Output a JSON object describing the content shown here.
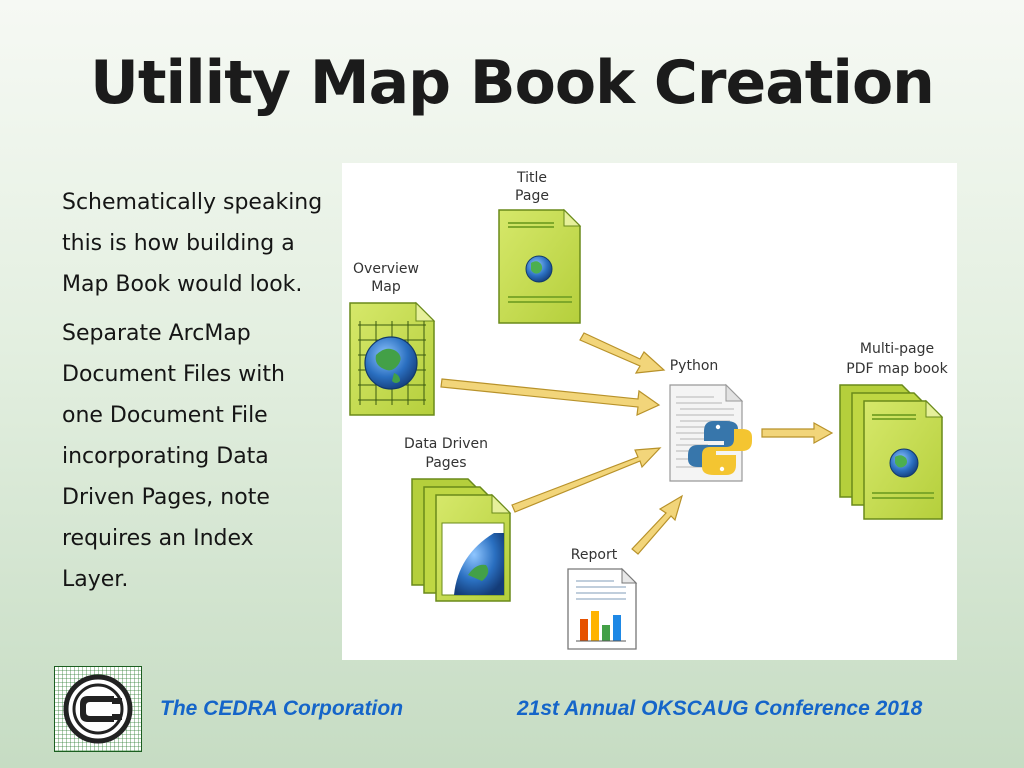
{
  "slide": {
    "title": "Utility Map Book Creation",
    "paragraphs": [
      "Schematically speaking this is how building a Map Book would look.",
      "Separate ArcMap Document Files with one Document File incorporating Data Driven Pages, note requires an Index Layer."
    ]
  },
  "diagram": {
    "nodes": {
      "title_page": {
        "label_lines": [
          "Title",
          "Page"
        ]
      },
      "overview_map": {
        "label_lines": [
          "Overview",
          "Map"
        ]
      },
      "data_driven_pages": {
        "label_lines": [
          "Data Driven",
          "Pages"
        ]
      },
      "report": {
        "label_lines": [
          "Report"
        ]
      },
      "python": {
        "label_lines": [
          "Python"
        ]
      },
      "output": {
        "label_lines": [
          "Multi-page",
          "PDF map book"
        ]
      }
    },
    "icons": {
      "title_page": "document-globe-icon",
      "overview_map": "grid-map-globe-icon",
      "data_driven_pages": "stacked-pages-map-icon",
      "report": "report-bar-chart-icon",
      "python": "python-script-icon",
      "output": "stacked-pdf-globe-icon"
    },
    "colors": {
      "document_fill": "#c4dc4a",
      "document_stroke": "#6a8a1a",
      "arrow_fill": "#f2d57a",
      "arrow_stroke": "#b8922a"
    }
  },
  "footer": {
    "left": "The CEDRA Corporation",
    "right": "21st Annual OKSCAUG Conference 2018",
    "logo_icon": "cedra-logo-icon"
  }
}
